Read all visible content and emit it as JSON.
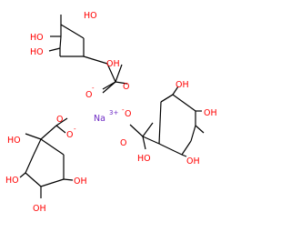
{
  "structure": {
    "labels": {
      "ho": "HO",
      "oh": "OH",
      "o": "O",
      "neg": "-",
      "na": "Na",
      "plus3": "3+"
    },
    "colors": {
      "bond": "#000000",
      "oxygen": "#ff0000",
      "sodium": "#6e2ac4",
      "background": "#ffffff"
    }
  }
}
